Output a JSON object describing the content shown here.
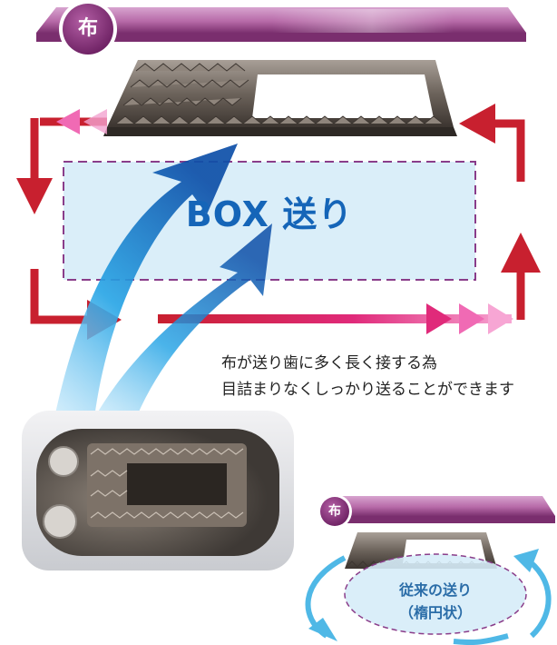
{
  "main_fabric": {
    "badge": "布"
  },
  "box_feed": {
    "label": "BOX 送り"
  },
  "description": {
    "line1": "布が送り歯に多く長く接する為",
    "line2": "目詰まりなくしっかり送ることができます"
  },
  "conventional": {
    "badge": "布",
    "line1": "従来の送り",
    "line2": "（楕円状）"
  },
  "colors": {
    "fabric_purple": "#9c4f8c",
    "arrow_red": "#c8202f",
    "arrow_pink": "#f06ab4",
    "box_fill": "#d6ecf8",
    "box_border": "#8a3d8a",
    "cycle_blue": "#4fb8e6",
    "label_blue": "#1565b8"
  }
}
